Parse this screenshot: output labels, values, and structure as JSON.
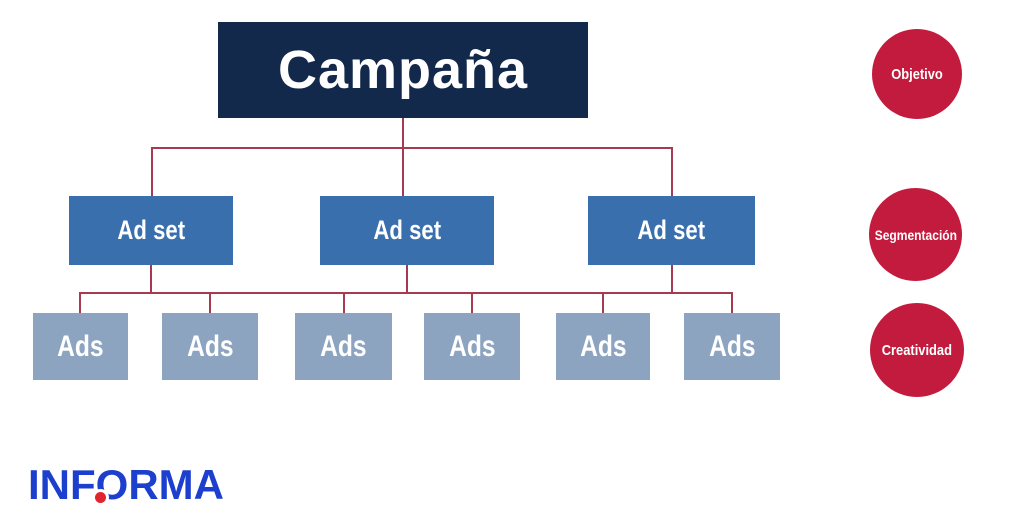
{
  "diagram": {
    "root": {
      "label": "Campaña"
    },
    "adsets": [
      {
        "label": "Ad set"
      },
      {
        "label": "Ad set"
      },
      {
        "label": "Ad set"
      }
    ],
    "ads": [
      {
        "label": "Ads"
      },
      {
        "label": "Ads"
      },
      {
        "label": "Ads"
      },
      {
        "label": "Ads"
      },
      {
        "label": "Ads"
      },
      {
        "label": "Ads"
      }
    ],
    "annotations": [
      {
        "label": "Objetivo"
      },
      {
        "label": "Segmentación"
      },
      {
        "label": "Creatividad"
      }
    ]
  },
  "logo": {
    "prefix": "INF",
    "o": "O",
    "suffix": "RMA"
  },
  "colors": {
    "campaign_box": "#12294b",
    "adset_box": "#3a6fad",
    "ads_box": "#8da4c0",
    "connector_line": "#a53a50",
    "annotation_circle": "#c31b3d",
    "logo_blue": "#1c3fce",
    "logo_dot_red": "#e02531"
  }
}
